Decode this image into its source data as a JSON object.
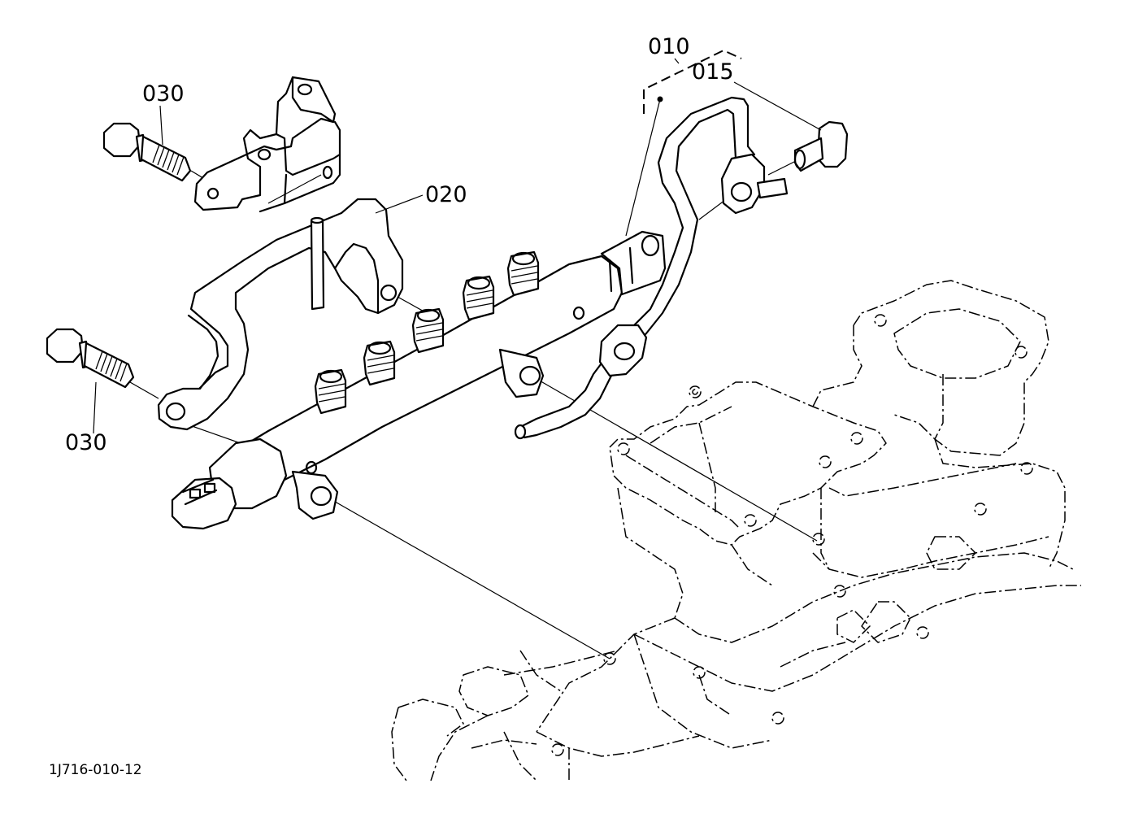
{
  "callouts": {
    "c010": "010",
    "c015": "015",
    "c020": "020",
    "c030_upper": "030",
    "c030_lower": "030"
  },
  "figure_code": "1J716-010-12"
}
